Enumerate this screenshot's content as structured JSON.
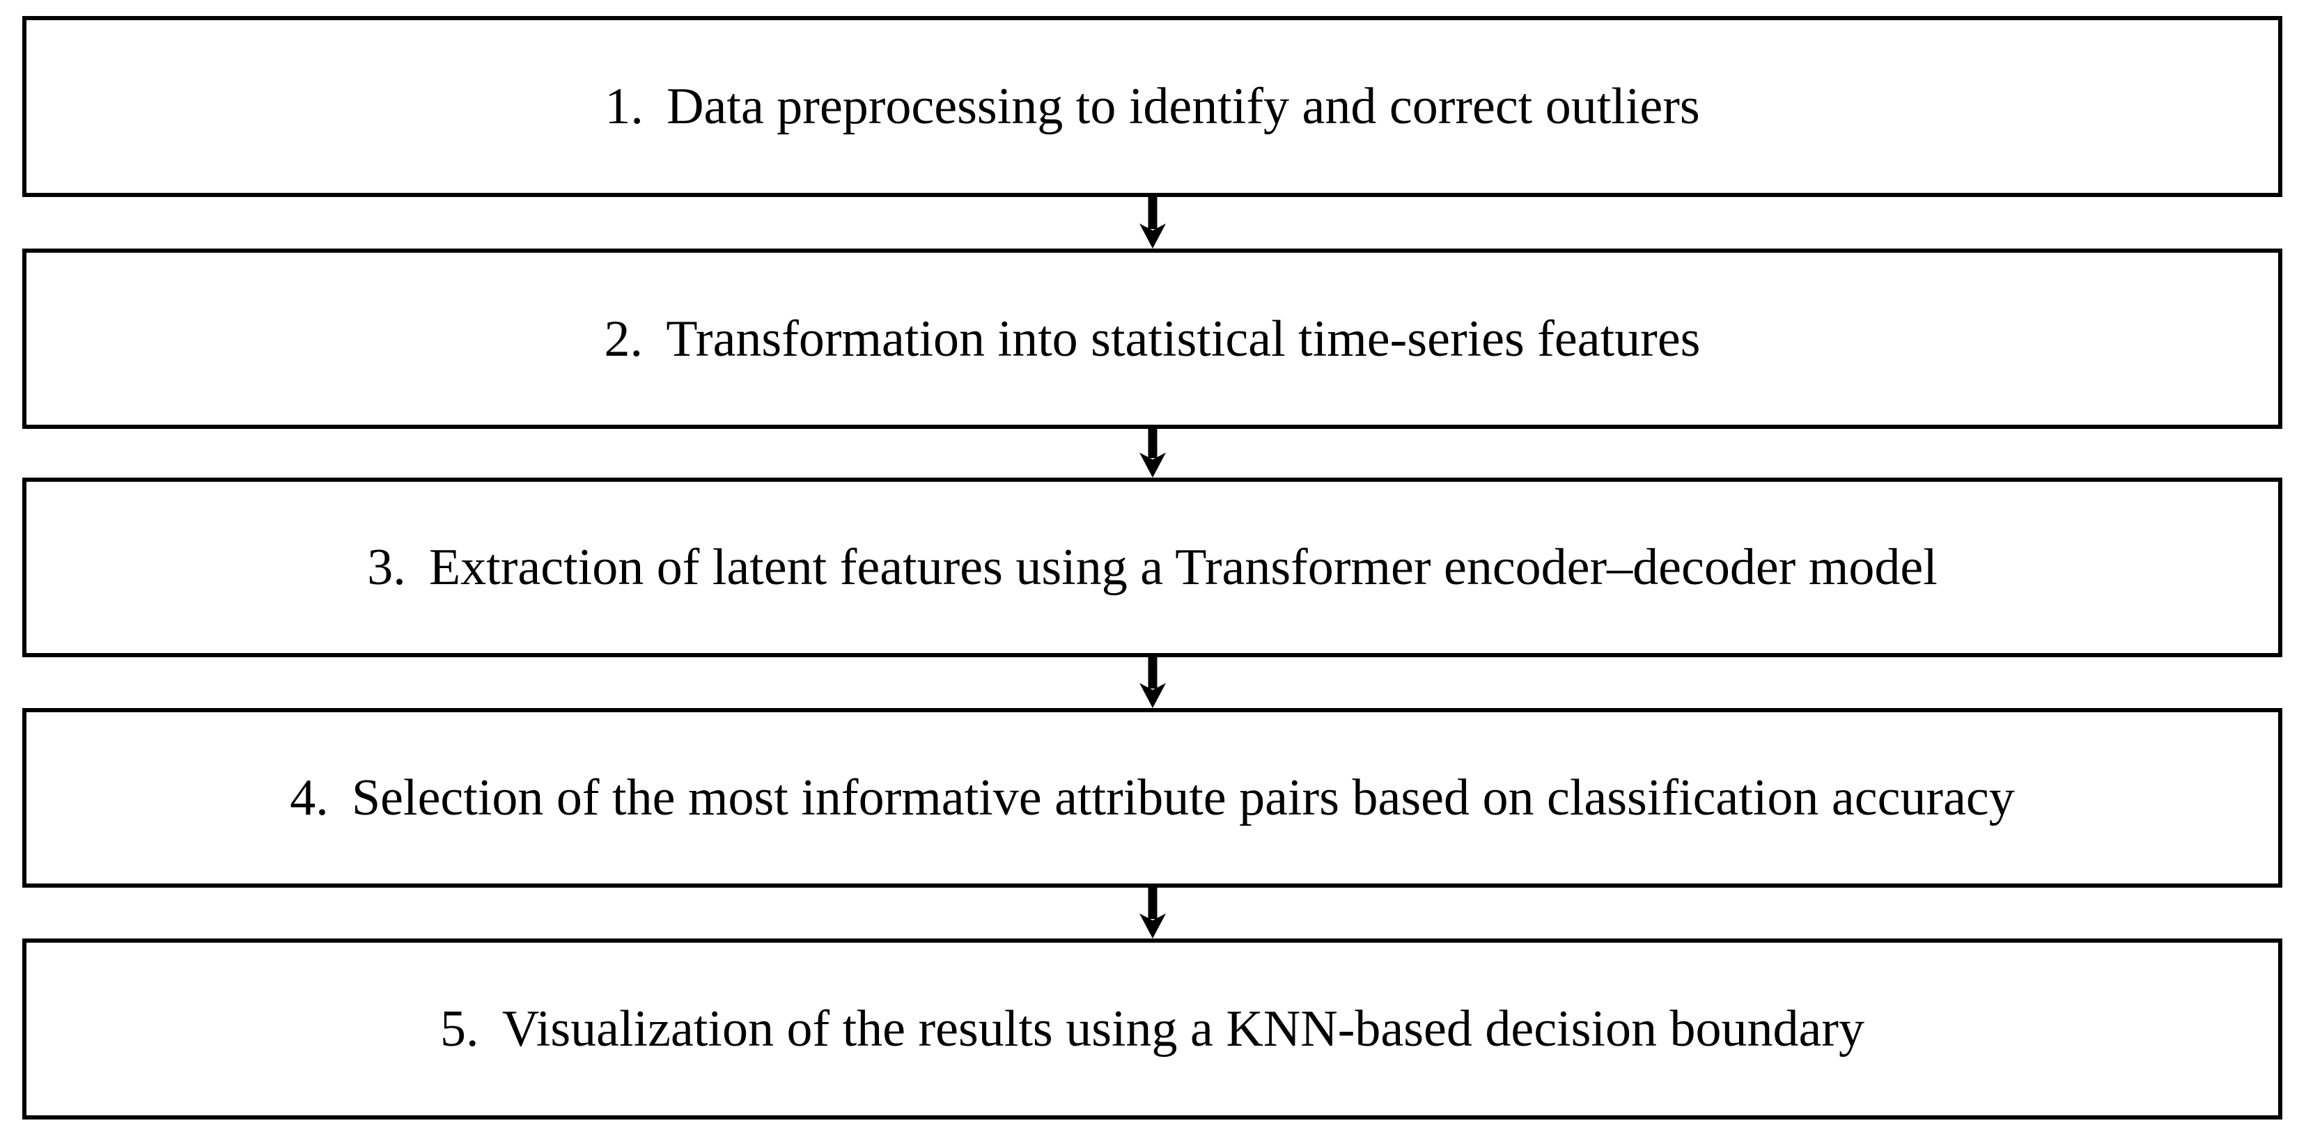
{
  "diagram": {
    "background_color": "#ffffff",
    "border_color": "#000000",
    "text_color": "#000000",
    "arrow_color": "#000000",
    "steps": [
      {
        "number": "1.",
        "text": "Data preprocessing to identify and correct outliers"
      },
      {
        "number": "2.",
        "text": "Transformation into statistical time-series features"
      },
      {
        "number": "3.",
        "text": "Extraction of latent features using a Transformer encoder–decoder model"
      },
      {
        "number": "4.",
        "text": "Selection of the most informative attribute pairs based on classification accuracy"
      },
      {
        "number": "5.",
        "text": "Visualization of the results using a KNN-based decision boundary"
      }
    ]
  }
}
